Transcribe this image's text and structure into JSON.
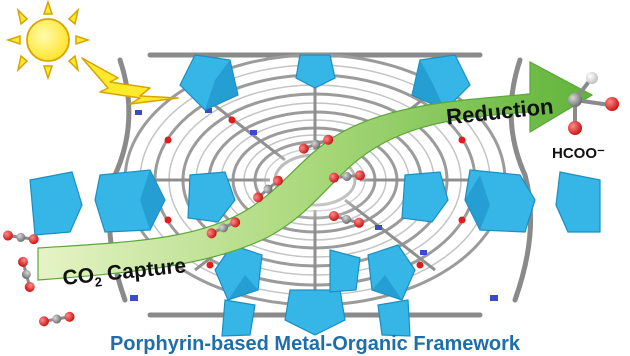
{
  "labels": {
    "reduction": "Reduction",
    "product": "HCOO⁻",
    "capture_prefix": "CO",
    "capture_sub": "2",
    "capture_suffix": " Capture",
    "caption": "Porphyrin-based Metal-Organic Framework"
  },
  "icons": [
    "sun-icon",
    "lightning-bolt-icon",
    "co2-molecule-icon",
    "formate-molecule-icon"
  ],
  "colors": {
    "sun": "#ffe92b",
    "sun_outline": "#d6a400",
    "bolt": "#ffe92b",
    "arrow_light": "#dff0b8",
    "arrow_dark": "#6cbd3e",
    "cluster": "#35b6e6",
    "cluster_dark": "#1a8fc2",
    "framework": "#8a8a8a",
    "nitrogen": "#3a4bc4",
    "oxygen": "#e01d1d",
    "carbon": "#7a7a7a",
    "caption_text": "#1e6fa8"
  }
}
